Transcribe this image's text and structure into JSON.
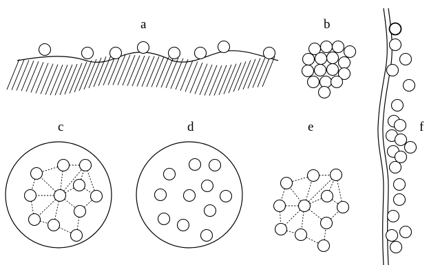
{
  "panels": {
    "a": {
      "label": "a"
    },
    "b": {
      "label": "b"
    },
    "c": {
      "label": "c"
    },
    "d": {
      "label": "d"
    },
    "e": {
      "label": "e"
    },
    "f": {
      "label": "f"
    }
  }
}
